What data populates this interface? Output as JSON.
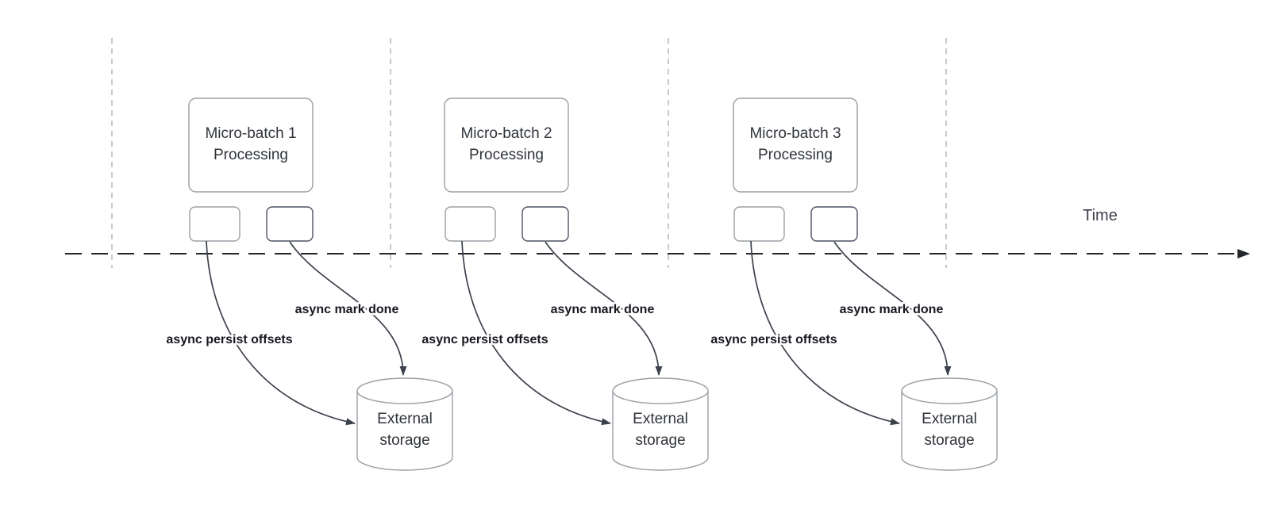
{
  "diagram": {
    "time_axis_label": "Time",
    "groups": [
      {
        "box_line1": "Micro-batch 1",
        "box_line2": "Processing",
        "persist_label": "async persist offsets",
        "mark_done_label": "async mark done",
        "storage_line1": "External",
        "storage_line2": "storage"
      },
      {
        "box_line1": "Micro-batch 2",
        "box_line2": "Processing",
        "persist_label": "async persist offsets",
        "mark_done_label": "async mark done",
        "storage_line1": "External",
        "storage_line2": "storage"
      },
      {
        "box_line1": "Micro-batch 3",
        "box_line2": "Processing",
        "persist_label": "async persist offsets",
        "mark_done_label": "async mark done",
        "storage_line1": "External",
        "storage_line2": "storage"
      }
    ],
    "colors": {
      "background": "#ffffff",
      "timeline": "#23262b",
      "divider": "#b5b7ba",
      "arrow": "#3c414b",
      "shape_border": "#9aa0a6",
      "shape_border_dark": "#4d5464",
      "shape_text": "#30343b",
      "edge_label_text": "#16181f"
    }
  }
}
